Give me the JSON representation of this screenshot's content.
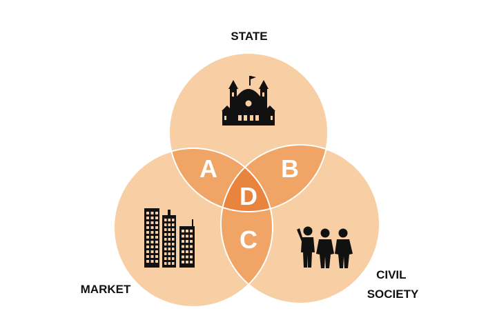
{
  "diagram": {
    "title": "",
    "sets": [
      {
        "id": "state",
        "label": "STATE",
        "icon": "government-building-icon"
      },
      {
        "id": "market",
        "label": "MARKET",
        "icon": "skyscrapers-icon"
      },
      {
        "id": "civil",
        "label_lines": [
          "CIVIL",
          "SOCIETY"
        ],
        "icon": "people-group-icon"
      }
    ],
    "regions": {
      "state_market": "A",
      "state_civil": "B",
      "market_civil": "C",
      "all_three": "D"
    },
    "colors": {
      "circle_fill": "#f8cfa4",
      "pair_overlap": "#f0a466",
      "center_overlap": "#e8843e",
      "outline": "#ffffff",
      "icon": "#111111"
    }
  }
}
